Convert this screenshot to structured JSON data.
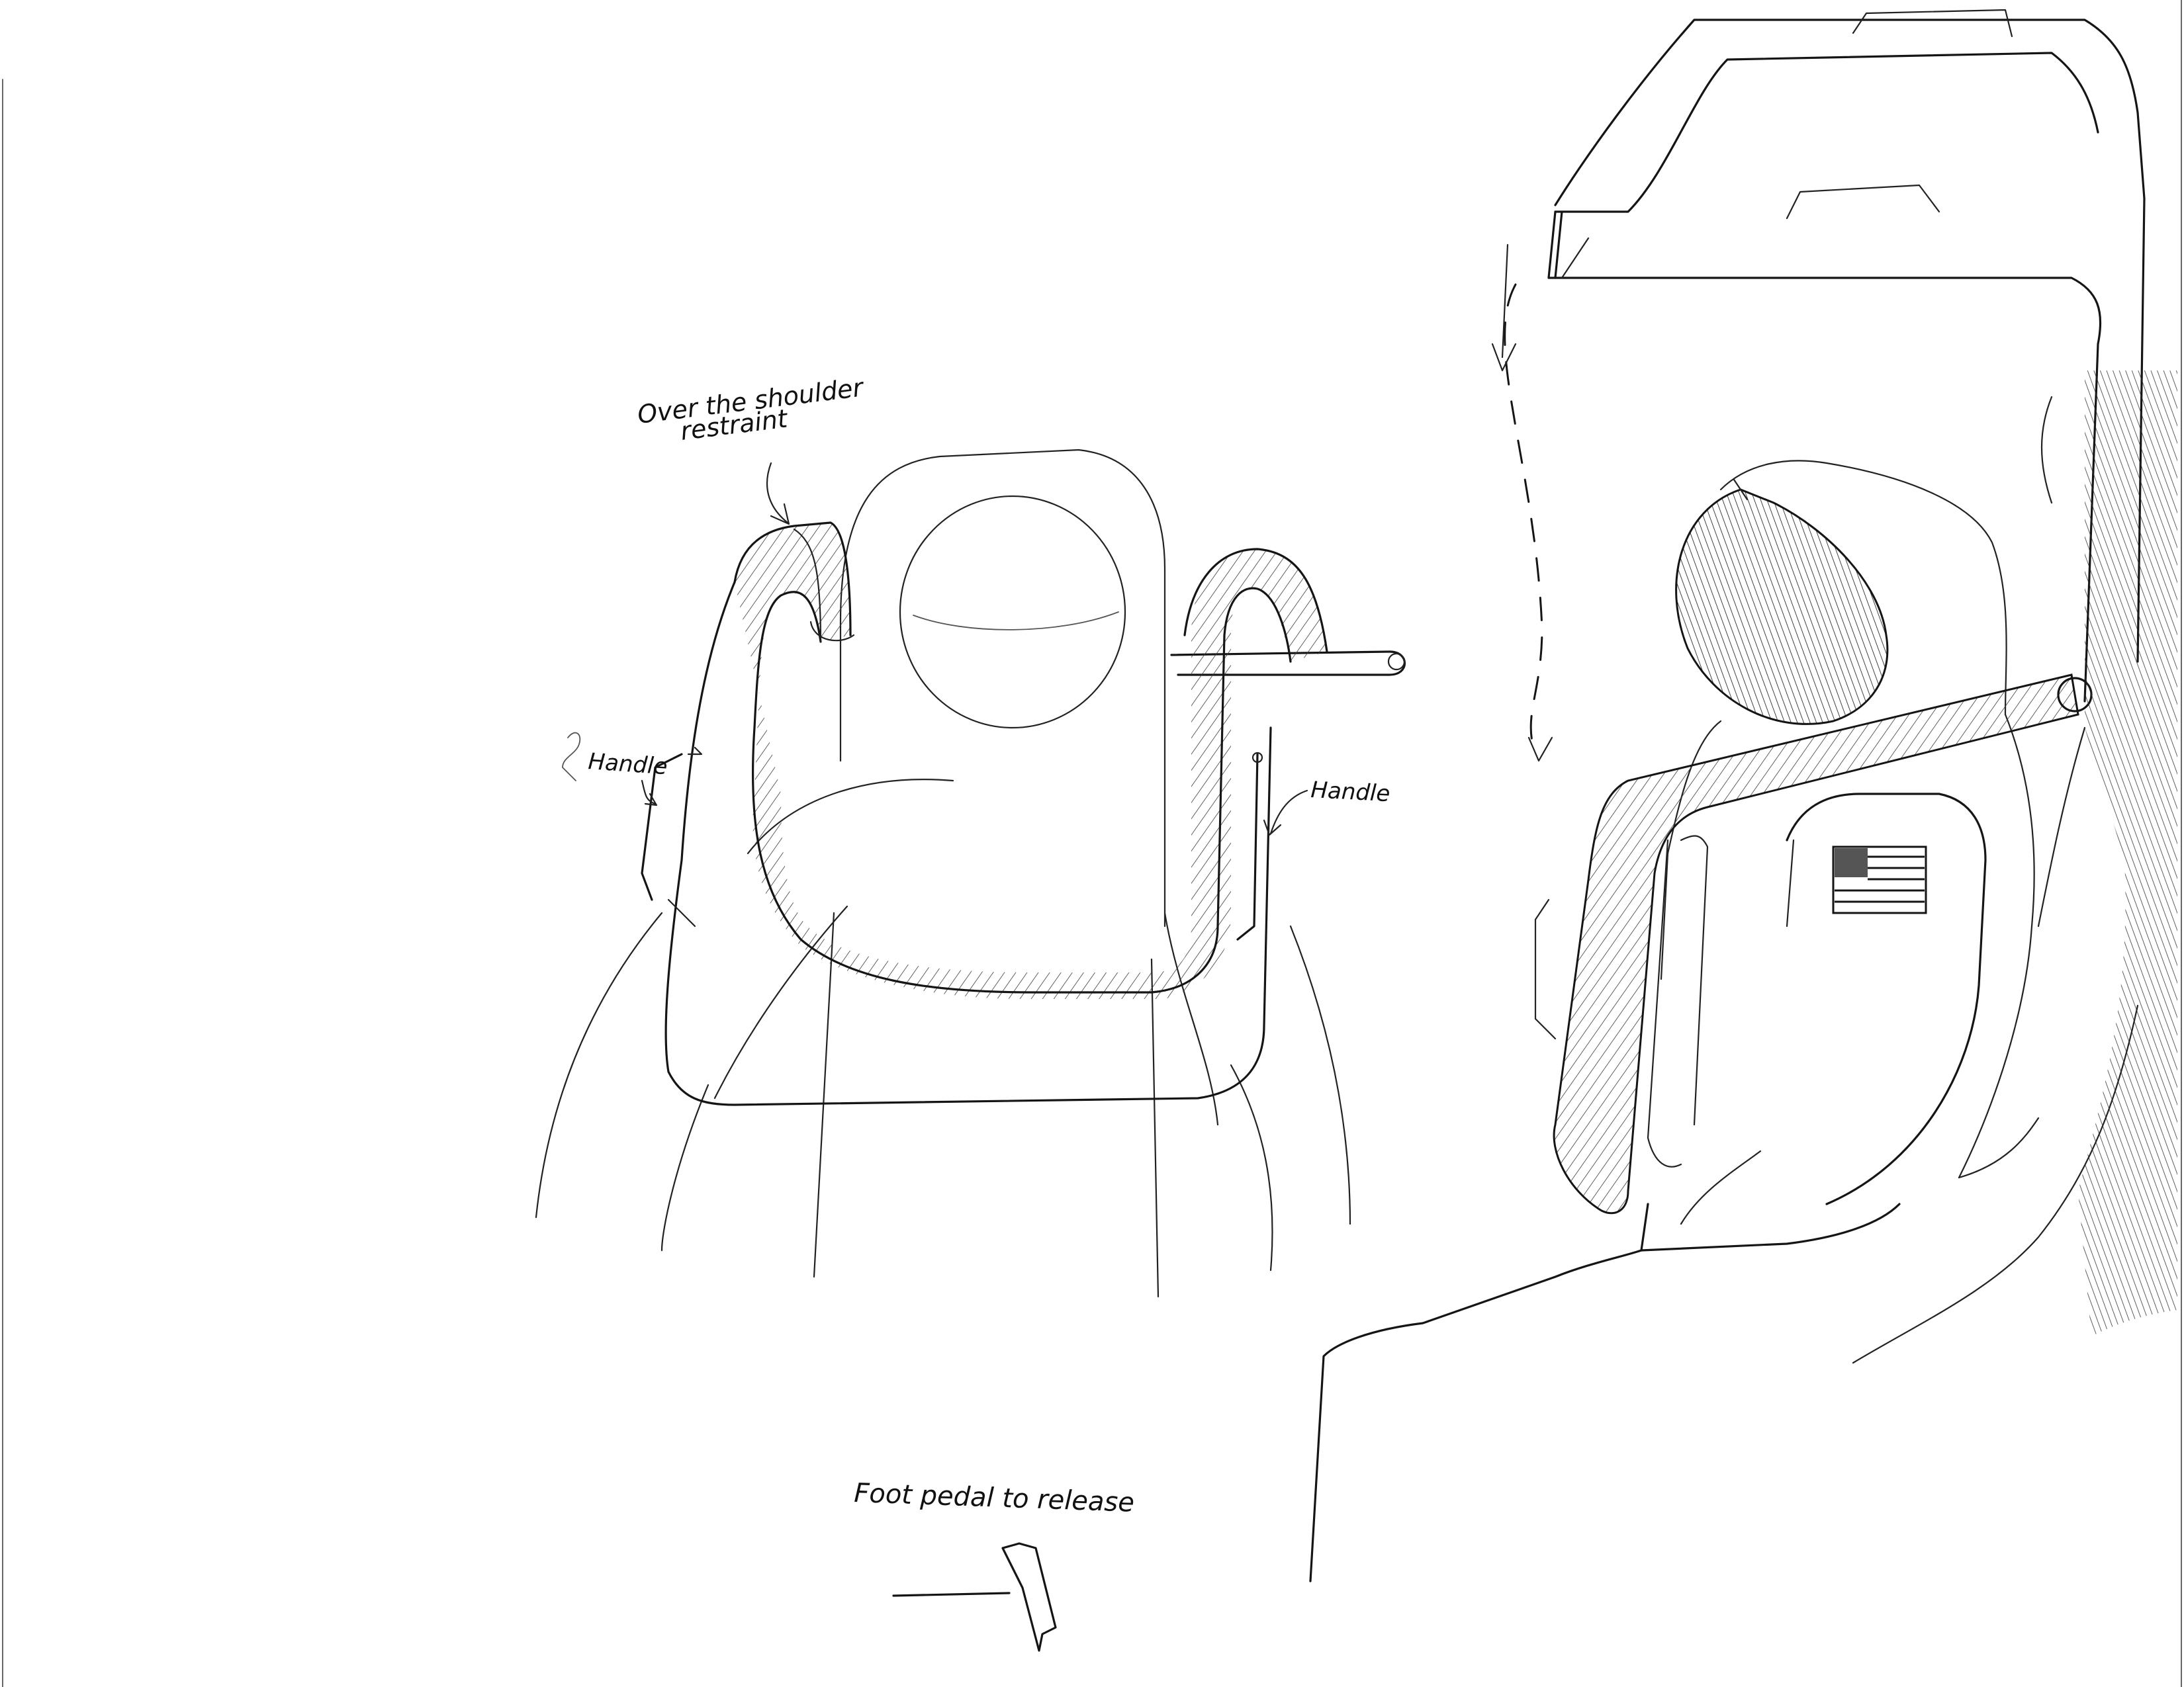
{
  "annotations": {
    "restraint_label_line1": "Over the shoulder",
    "restraint_label_line2": "restraint",
    "handle_left": "Handle",
    "handle_right": "Handle",
    "foot_pedal": "Foot pedal to release"
  },
  "colors": {
    "ink": "#151515",
    "paper": "#ffffff",
    "shade": "#9a9a9a"
  },
  "icons": {
    "flag": "us-flag-icon"
  }
}
